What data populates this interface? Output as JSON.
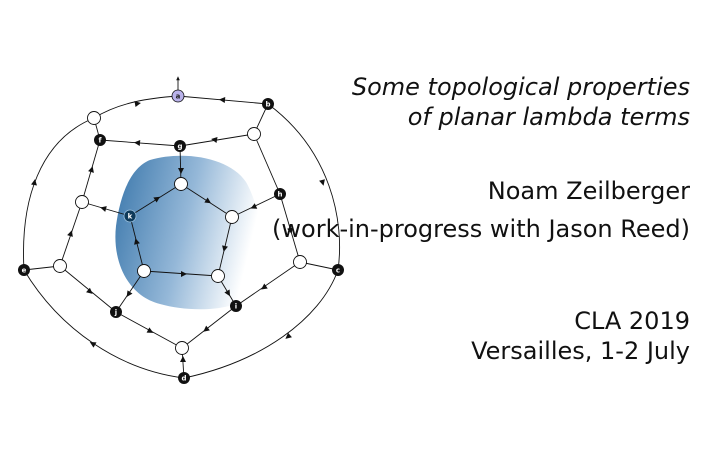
{
  "slide": {
    "title_lines": [
      "Some topological properties",
      "of planar lambda terms"
    ],
    "author": "Noam Zeilberger",
    "coauthor_note": "(work-in-progress with Jason Reed)",
    "venue_lines": [
      "CLA 2019",
      "Versailles, 1-2 July"
    ]
  },
  "diagram": {
    "labels": {
      "a": "a",
      "b": "b",
      "c": "c",
      "d": "d",
      "e": "e",
      "f": "f",
      "g": "g",
      "h": "h",
      "i": "i",
      "j": "j",
      "k": "k"
    },
    "colors": {
      "root_node": "#b9b2ea",
      "labeled_node": "#111111",
      "highlight_node": "#0e3a5a",
      "region_dark": "#3b7bb0",
      "region_light": "#ffffff"
    }
  }
}
